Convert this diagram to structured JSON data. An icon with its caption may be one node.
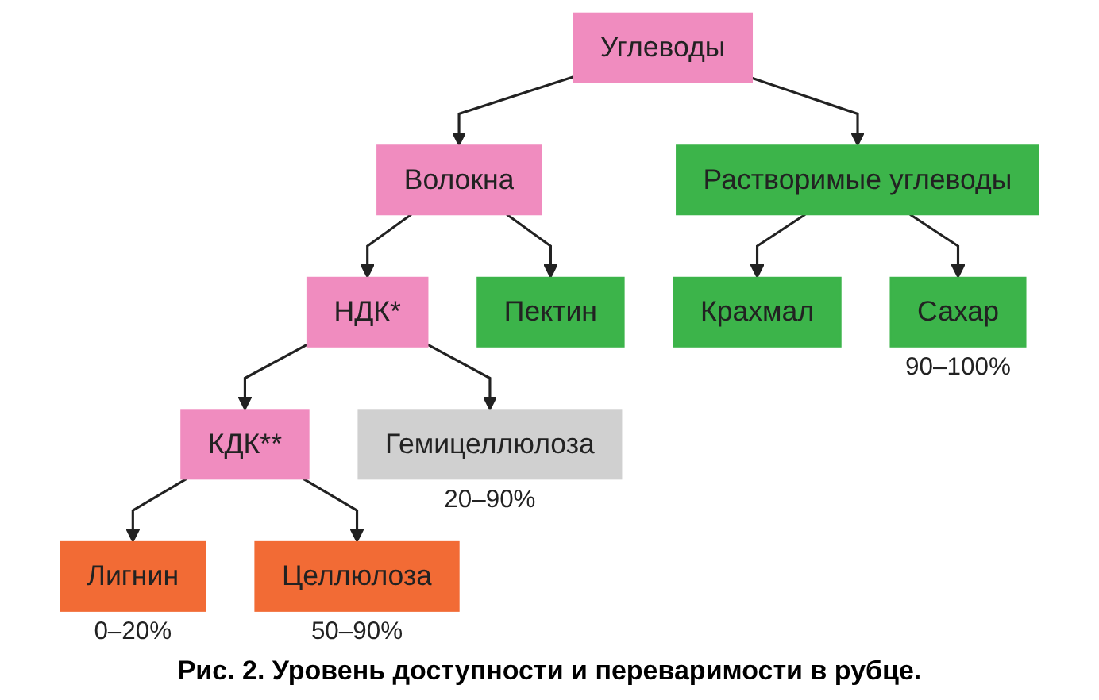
{
  "diagram": {
    "caption": "Рис. 2. Уровень доступности и переваримости в рубце.",
    "nodes": [
      {
        "text": [
          "Углеводы"
        ]
      },
      {
        "text": [
          "Волокна"
        ]
      },
      {
        "text": [
          "Растворимые углеводы"
        ]
      },
      {
        "text": [
          "НДК*"
        ]
      },
      {
        "text": [
          "КДК**"
        ]
      },
      {
        "text": [
          "Пектин"
        ]
      },
      {
        "text": [
          "Крахмал"
        ]
      },
      {
        "text": [
          "Лигнин"
        ],
        "beside": [
          "0–20%"
        ]
      },
      {
        "text": [
          "Целлюлоза"
        ],
        "beside": [
          "50–90%"
        ]
      },
      {
        "text": [
          "Гемицеллюлоза"
        ],
        "beside": [
          "20–90%"
        ]
      },
      {
        "text": [
          "Сахар"
        ],
        "beside": [
          "90–100%"
        ]
      }
    ],
    "edges": [
      {
        "from": 0,
        "to": 1,
        "arrow": "to"
      },
      {
        "from": 0,
        "to": 2,
        "arrow": "to"
      },
      {
        "from": 1,
        "to": 3,
        "arrow": "to"
      },
      {
        "from": 1,
        "to": 5,
        "arrow": "to"
      },
      {
        "from": 2,
        "to": 10,
        "arrow": "to"
      },
      {
        "from": 2,
        "to": 6,
        "arrow": "to"
      },
      {
        "from": 3,
        "to": 4,
        "arrow": "to"
      },
      {
        "from": 3,
        "to": 9,
        "arrow": "to"
      },
      {
        "from": 4,
        "to": 7,
        "arrow": "to"
      },
      {
        "from": 4,
        "to": 8,
        "arrow": "to"
      }
    ]
  }
}
